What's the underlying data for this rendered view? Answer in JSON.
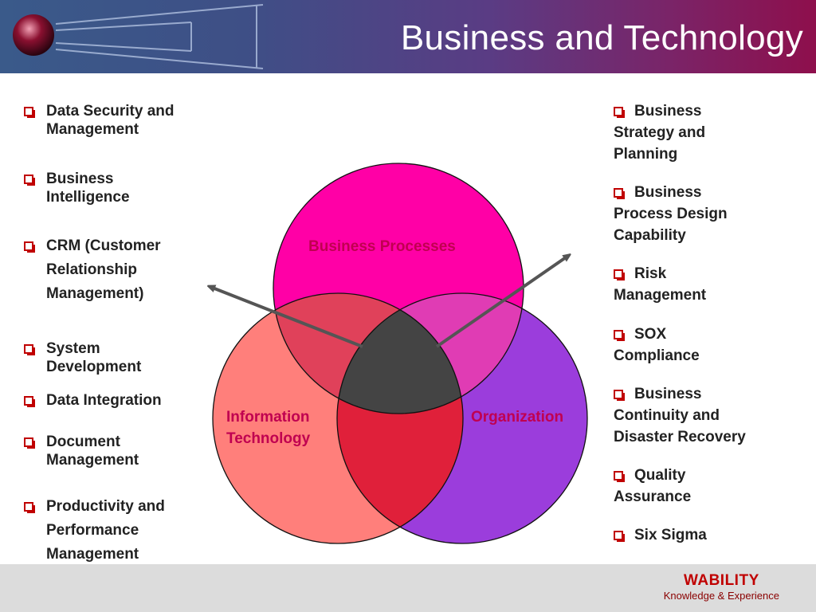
{
  "title": "Business and Technology",
  "left_items": [
    {
      "text_lines": [
        "Data Security and",
        "Management"
      ]
    },
    {
      "text_lines": [
        "Business",
        "Intelligence"
      ]
    },
    {
      "text_lines": [
        "CRM (Customer",
        "Relationship",
        "Management)"
      ]
    },
    {
      "text_lines": [
        "System",
        "Development"
      ]
    },
    {
      "text_lines": [
        "Data Integration"
      ]
    },
    {
      "text_lines": [
        "Document",
        "Management"
      ]
    },
    {
      "text_lines": [
        "Productivity and",
        "Performance",
        "Management"
      ]
    }
  ],
  "right_items": [
    {
      "first": "Business",
      "rest": [
        "Strategy and",
        "Planning"
      ]
    },
    {
      "first": "Business",
      "rest": [
        "Process Design",
        "Capability"
      ]
    },
    {
      "first": "Risk",
      "rest": [
        "Management"
      ]
    },
    {
      "first": "SOX",
      "rest": [
        "Compliance"
      ]
    },
    {
      "first": "Business",
      "rest": [
        "Continuity and",
        "Disaster Recovery"
      ]
    },
    {
      "first": "Quality",
      "rest": [
        "Assurance"
      ]
    },
    {
      "first": "Six Sigma",
      "rest": []
    }
  ],
  "venn": {
    "labels": {
      "top": "Business Processes",
      "left": [
        "Information",
        "Technology"
      ],
      "right": "Organization"
    },
    "colors": {
      "top": "#ff00a6",
      "left": "#ff7f7b",
      "right": "#9b3ddc",
      "top_left": "#e0415a",
      "top_right": "#e03cb4",
      "left_right": "#e0203a",
      "center": "#444444",
      "arrow": "#555555",
      "label": "#c00050"
    }
  },
  "footer": {
    "brand": "WABILITY",
    "tagline": "Knowledge & Experience"
  }
}
